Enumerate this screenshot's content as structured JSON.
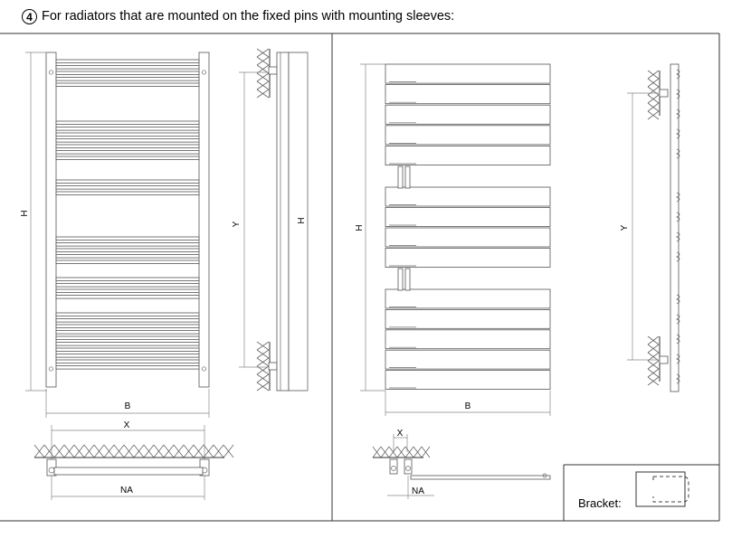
{
  "heading": {
    "number": "4",
    "text": "For radiators that are mounted on the fixed pins with mounting sleeves:"
  },
  "labels": {
    "left_front_height": "H",
    "left_front_width": "B",
    "left_top_x": "X",
    "left_top_na": "NA",
    "left_side_y": "Y",
    "left_side_height": "H",
    "right_front_height": "H",
    "right_front_width": "B",
    "right_top_x": "X",
    "right_top_na": "NA",
    "right_side_y": "Y",
    "bracket": "Bracket:"
  }
}
